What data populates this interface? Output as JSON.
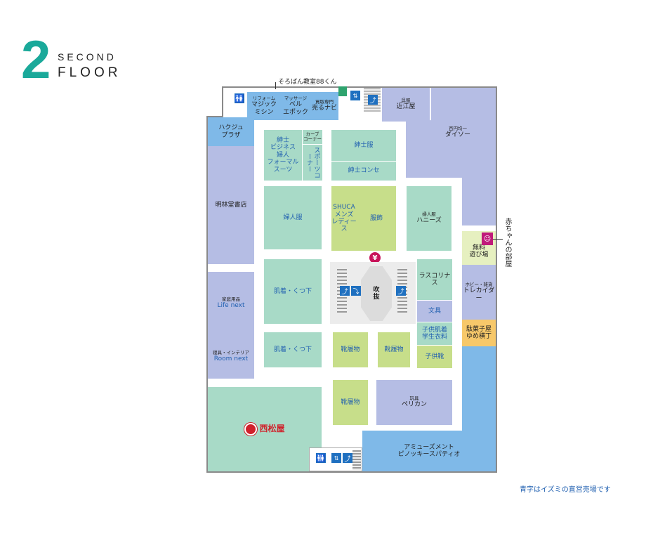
{
  "header": {
    "floor_number": "2",
    "line1": "SECOND",
    "line2": "FLOOR"
  },
  "callouts": {
    "soroban": "そろばん教室88くん",
    "akachan": "赤ちゃんの部屋"
  },
  "note": "青字はイズミの直営売場です",
  "shops": {
    "reform_main": "マジック",
    "reform_sub": "リフォーム",
    "reform_sub2": "ミシン",
    "massage_sub": "マッサージ",
    "massage_main1": "ベル",
    "massage_main2": "エポック",
    "kaitori_sub": "買取専門",
    "kaitori_main": "売るナビ",
    "omiyage_sub": "呉服",
    "omiyage_main": "近江屋",
    "hakujuplaza1": "ハクジュ",
    "hakujuplaza2": "プラザ",
    "meirindo": "明林堂書店",
    "lifenext_sub": "家庭用品",
    "lifenext_main": "Life next",
    "roomnext_sub": "寝具・インテリア",
    "roomnext_main": "Room next",
    "shinshi_business1": "紳士",
    "shinshi_business2": "ビジネス",
    "shinshi_business3": "婦人",
    "shinshi_business4": "フォーマル",
    "shinshi_business5": "スーツ",
    "car_corner1": "カーブ",
    "car_corner2": "コーナー",
    "sports_corner": "スポーツコーナー",
    "shinshifuku": "紳士服",
    "shinshi_conse": "紳士コンセ",
    "fujinfuku": "婦人服",
    "shuca1": "SHUCA",
    "shuca2": "メンズ",
    "shuca3": "レディース",
    "fukushoku": "服飾",
    "honeys_sub": "婦人服",
    "honeys_main": "ハニーズ",
    "daiso_sub": "百円均一",
    "daiso_main": "ダイソー",
    "muryo1": "無料",
    "muryo2": "遊び場",
    "fukinuke1": "吹",
    "fukinuke2": "抜",
    "hadagi1": "肌着・くつ下",
    "hadagi2": "肌着・くつ下",
    "lascolinas": "ラスコリナス",
    "bungu": "文具",
    "kodomo_hadagi1": "子供肌着",
    "kodomo_hadagi2": "学生衣料",
    "kodomogutsu": "子供靴",
    "kutsu1": "靴履物",
    "kutsu2": "靴履物",
    "kutsu3": "靴履物",
    "hobby_sub": "ホビー・雑貨",
    "hobby_main": "トレカイダー",
    "dagashi1": "駄菓子屋",
    "dagashi2": "ゆめ横丁",
    "pelican_sub": "玩具",
    "pelican_main": "ペリカン",
    "nishimatsuya": "西松屋",
    "amusement1": "アミューズメント",
    "amusement2": "ピノッキースパティオ"
  },
  "icons": {
    "restroom": "restroom-icon",
    "escalator": "escalator-icon",
    "elevator": "elevator-icon",
    "atm": "yen-icon",
    "baby": "baby-room-icon"
  },
  "colors": {
    "brand_teal": "#1aa99a",
    "mint": "#a8dac7",
    "lavender": "#b5bde4",
    "sky": "#7fb9e8",
    "lime": "#c7de8a",
    "orange": "#f7c86a",
    "atm_magenta": "#c8145a"
  }
}
